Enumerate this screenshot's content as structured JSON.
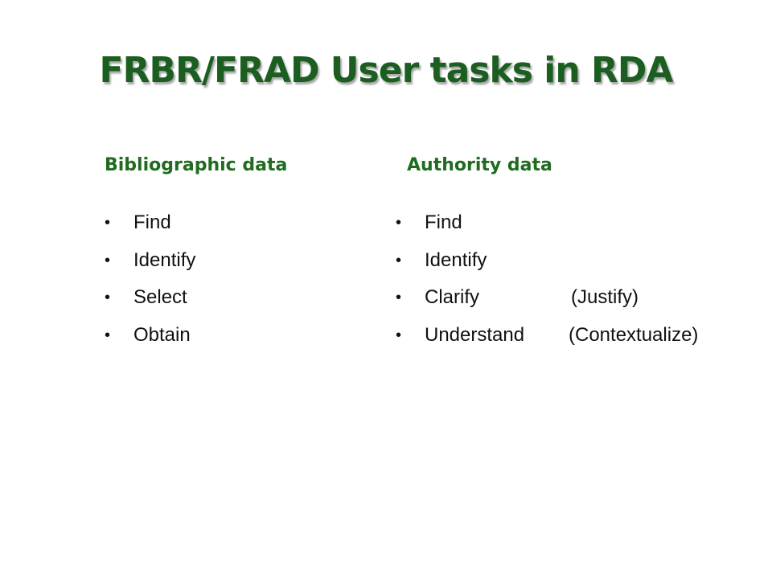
{
  "slide": {
    "title": "FRBR/FRAD User tasks in RDA",
    "title_color": "#1b5e20",
    "heading_color": "#1f6b1f"
  },
  "bibliographic": {
    "heading": "Bibliographic data",
    "tasks": [
      "Find",
      "Identify",
      "Select",
      "Obtain"
    ]
  },
  "authority": {
    "heading": "Authority data",
    "tasks": [
      {
        "label": "Find",
        "alt": ""
      },
      {
        "label": "Identify",
        "alt": ""
      },
      {
        "label": "Clarify",
        "alt": "(Justify)"
      },
      {
        "label": "Understand",
        "alt": "(Contextualize)"
      }
    ]
  },
  "bullet_glyph": "•"
}
